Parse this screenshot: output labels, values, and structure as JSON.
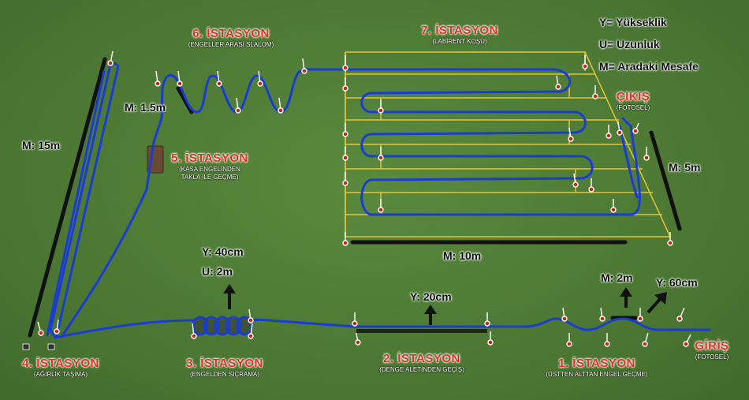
{
  "colors": {
    "path": "#1a3cd6",
    "cone": "#c0281c",
    "pole": "#ffffff",
    "frame": "#e3c53a",
    "bar": "#111111",
    "title": "#e0321e"
  },
  "legend": {
    "y": "Y= Yükseklik",
    "u": "U= Uzunluk",
    "m": "M= Aradaki Mesafe"
  },
  "stations": [
    {
      "title": "1. İSTASYON",
      "subtitle": "(ÜSTTEN ALTTAN ENGEL GEÇME)"
    },
    {
      "title": "2. İSTASYON",
      "subtitle": "(DENGE ALETİNDEN GEÇİŞ)"
    },
    {
      "title": "3. İSTASYON",
      "subtitle": "(ENGELDEN SIÇRAMA)"
    },
    {
      "title": "4. İSTASYON",
      "subtitle": "(AĞIRLIK TAŞIMA)"
    },
    {
      "title": "5. İSTASYON",
      "subtitle": "(KASA ENGELİNDEN",
      "subtitle2": "TAKLA İLE GEÇME)"
    },
    {
      "title": "6. İSTASYON",
      "subtitle": "(ENGELLER ARASI SLALOM)"
    },
    {
      "title": "7. İSTASYON",
      "subtitle": "(LABİRENT KOŞU)"
    }
  ],
  "entry": {
    "title": "GİRİŞ",
    "subtitle": "(FOTOSEL)"
  },
  "exit": {
    "title": "ÇIKIŞ",
    "subtitle": "(FOTOSEL)"
  },
  "measurements": {
    "m15": "M: 15m",
    "m15b": "M: 1.5m",
    "m5": "M: 5m",
    "m10": "M: 10m",
    "y40": "Y: 40cm",
    "u2": "U: 2m",
    "y20": "Y: 20cm",
    "m2": "M: 2m",
    "y60": "Y: 60cm"
  }
}
